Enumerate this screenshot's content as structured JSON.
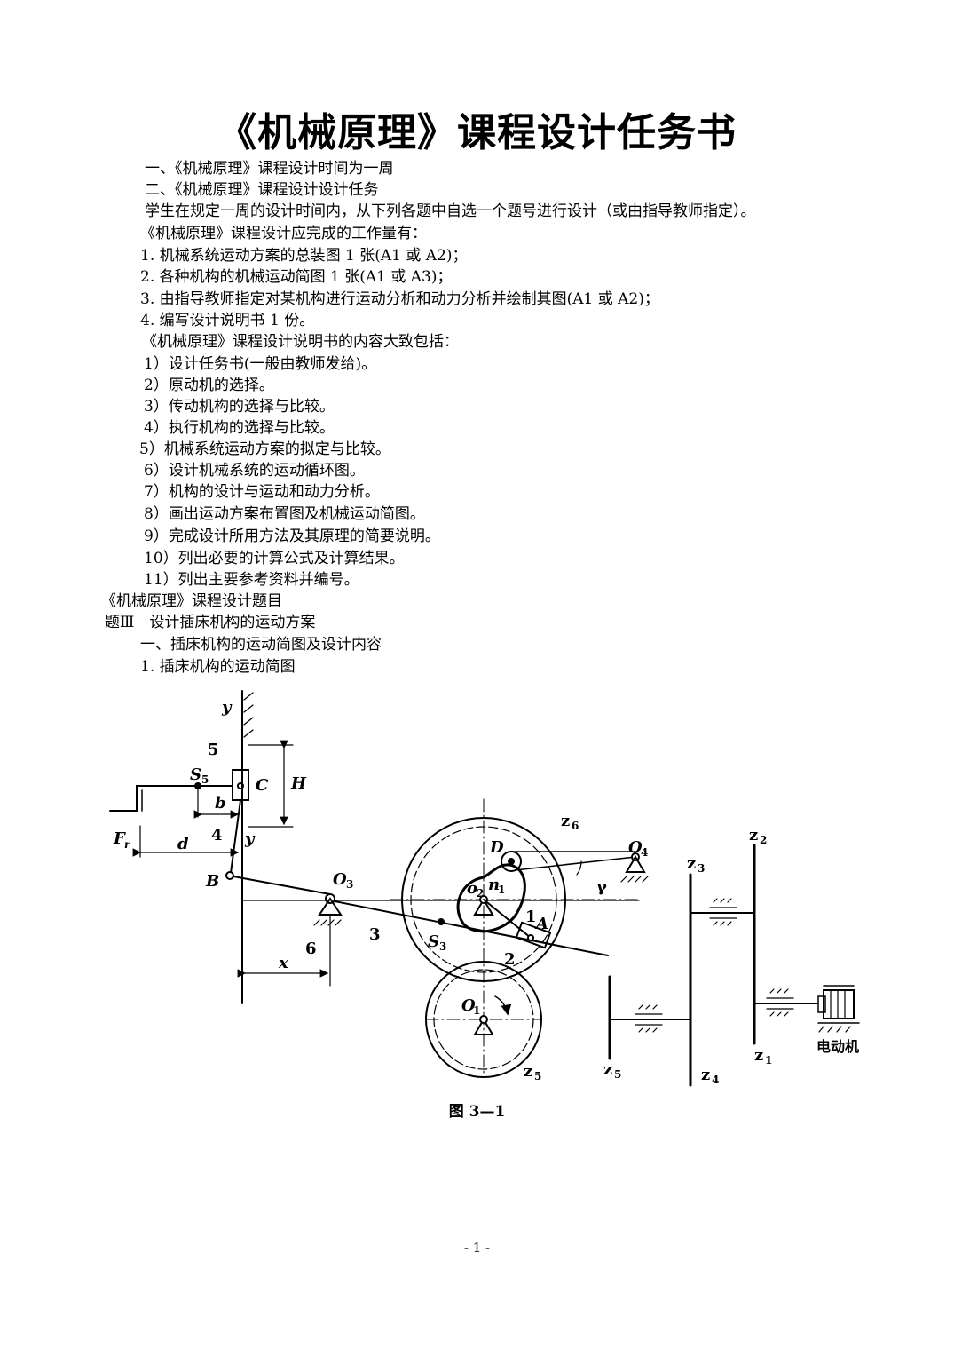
{
  "doc": {
    "title": "《机械原理》课程设计任务书",
    "lines": [
      "一、《机械原理》课程设计时间为一周",
      "二、《机械原理》课程设计设计任务",
      "学生在规定一周的设计时间内，从下列各题中自选一个题号进行设计（或由指导教师指定）。",
      "《机械原理》课程设计应完成的工作量有：",
      "1.  机械系统运动方案的总装图 1 张(A1 或 A2)；",
      "2.  各种机构的机械运动简图 1 张(A1 或 A3)；",
      "3.  由指导教师指定对某机构进行运动分析和动力分析并绘制其图(A1 或 A2)；",
      "4.  编写设计说明书 1 份。",
      "《机械原理》课程设计说明书的内容大致包括：",
      "1）设计任务书(一般由教师发给)。",
      "2）原动机的选择。",
      "3）传动机构的选择与比较。",
      "4）执行机构的选择与比较。",
      "5）机械系统运动方案的拟定与比较。",
      "6）设计机械系统的运动循环图。",
      "7）机构的设计与运动和动力分析。",
      "8）画出运动方案布置图及机械运动简图。",
      "9）完成设计所用方法及其原理的简要说明。",
      "10）列出必要的计算公式及计算结果。",
      "11）列出主要参考资料并编号。",
      "《机械原理》课程设计题目",
      "题Ⅲ　设计插床机构的运动方案",
      "一、插床机构的运动简图及设计内容",
      "1.  插床机构的运动简图"
    ],
    "figure_caption": "图 3—1",
    "page_number": "- 1 -"
  },
  "figure": {
    "labels": {
      "y_top": "y",
      "five": "5",
      "S5": "S",
      "S5_sub": "5",
      "C": "C",
      "H": "H",
      "b": "b",
      "four": "4",
      "y_mid": "y",
      "Fr": "F",
      "Fr_sub": "r",
      "d": "d",
      "B": "B",
      "O3": "O",
      "O3_sub": "3",
      "six": "6",
      "three": "3",
      "S3": "S",
      "S3_sub": "3",
      "x": "x",
      "z6": "z",
      "z6_sub": "6",
      "D": "D",
      "O4": "O",
      "O4_sub": "4",
      "gamma": "γ",
      "O2": "o",
      "O2_sub": "2",
      "n1": "n",
      "n1_sub": "1",
      "one": "1",
      "A": "A",
      "two": "2",
      "O1": "O",
      "O1_sub": "1",
      "z5a": "z",
      "z5a_sub": "5",
      "z5b": "z",
      "z5b_sub": "5",
      "z2": "z",
      "z2_sub": "2",
      "z3": "z",
      "z3_sub": "3",
      "z4": "z",
      "z4_sub": "4",
      "z1": "z",
      "z1_sub": "1",
      "motor": "电动机"
    }
  }
}
